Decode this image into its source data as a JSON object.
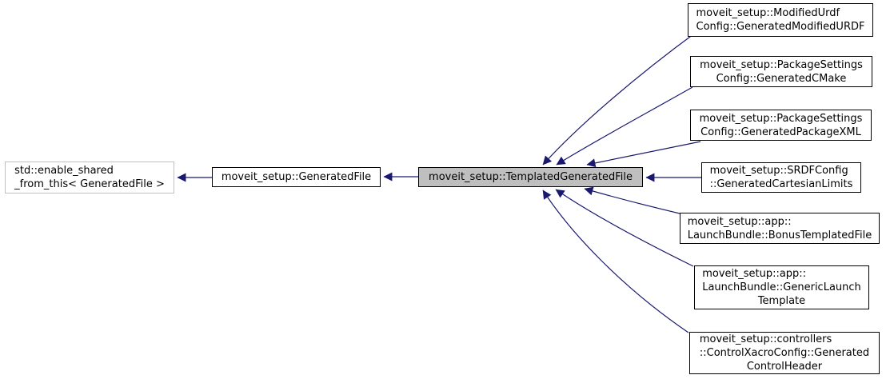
{
  "theme": {
    "edge_color": "#191970",
    "node_border": "#000000",
    "external_border": "#c0c0c0",
    "highlight_fill": "#bfbfbf",
    "background": "#ffffff"
  },
  "diagram": {
    "type": "inheritance-graph",
    "current_class": "moveit_setup::TemplatedGeneratedFile",
    "nodes": [
      {
        "id": "std-enable-shared-from-this",
        "style": "external",
        "lines": [
          "std::enable_shared",
          "_from_this< GeneratedFile >"
        ]
      },
      {
        "id": "generated-file",
        "style": "normal",
        "lines": [
          "moveit_setup::GeneratedFile"
        ]
      },
      {
        "id": "templated-generated-file",
        "style": "highlight",
        "lines": [
          "moveit_setup::TemplatedGeneratedFile"
        ]
      },
      {
        "id": "generated-modified-urdf",
        "style": "normal",
        "lines": [
          "moveit_setup::ModifiedUrdf",
          "Config::GeneratedModifiedURDF"
        ]
      },
      {
        "id": "generated-cmake",
        "style": "normal",
        "lines": [
          "moveit_setup::PackageSettings",
          "Config::GeneratedCMake"
        ]
      },
      {
        "id": "generated-package-xml",
        "style": "normal",
        "lines": [
          "moveit_setup::PackageSettings",
          "Config::GeneratedPackageXML"
        ]
      },
      {
        "id": "generated-cartesian-limits",
        "style": "normal",
        "lines": [
          "moveit_setup::SRDFConfig",
          "::GeneratedCartesianLimits"
        ]
      },
      {
        "id": "bonus-templated-file",
        "style": "normal",
        "lines": [
          "moveit_setup::app::",
          "LaunchBundle::BonusTemplatedFile"
        ]
      },
      {
        "id": "generic-launch-template",
        "style": "normal",
        "lines": [
          "moveit_setup::app::",
          "LaunchBundle::GenericLaunch",
          "Template"
        ]
      },
      {
        "id": "generated-control-header",
        "style": "normal",
        "lines": [
          "moveit_setup::controllers",
          "::ControlXacroConfig::Generated",
          "ControlHeader"
        ]
      }
    ]
  }
}
